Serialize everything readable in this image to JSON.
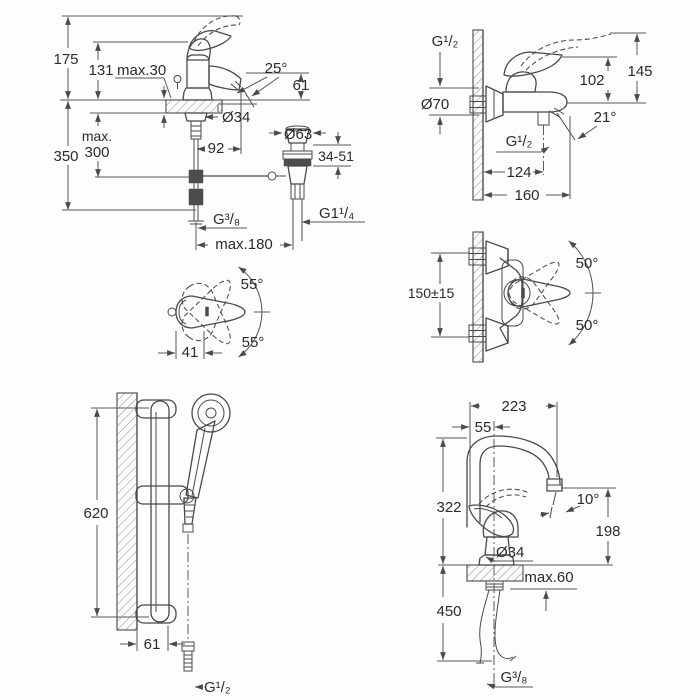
{
  "sheet": {
    "background": "#fdfdfd",
    "line_color": "#4a4a4a",
    "text_color": "#2b2b2b",
    "drawings": {
      "basin_mixer": {
        "title": "basin-mixer-front-view",
        "labels": {
          "total_height": "175",
          "body_height": "131",
          "deck_thickness": "max.30",
          "spout_angle": "25°",
          "spout_height": "61",
          "shank_dia": "Ø34",
          "rod_line1": "max.",
          "rod_line2": "300",
          "supply_height": "350",
          "spout_reach": "92",
          "waste_dia": "Ø63",
          "waste_range": "34-51",
          "supply_thread": "G³/₈",
          "waste_thread": "G1¹/₄",
          "rod_reach": "max.180"
        }
      },
      "bath_mixer": {
        "title": "wall-bath-mixer-side-view",
        "labels": {
          "inlet_thread": "G¹/₂",
          "height_raised": "145",
          "height_closed": "102",
          "escutcheon_dia": "Ø70",
          "spout_angle": "21°",
          "outlet_thread": "G¹/₂",
          "outlet_offset": "124",
          "spout_reach": "160"
        }
      },
      "handle_detail": {
        "title": "lever-handle-top-view",
        "labels": {
          "swing_upper": "55°",
          "swing_lower": "55°",
          "base_width": "41"
        }
      },
      "shower_mixer": {
        "title": "wall-shower-mixer-view",
        "labels": {
          "center_distance": "150±15",
          "swing_upper": "50°",
          "swing_lower": "50°"
        }
      },
      "shower_rail": {
        "title": "shower-rail-set-view",
        "labels": {
          "rail_length": "620",
          "wall_offset": "61",
          "hose_thread": "G¹/₂"
        }
      },
      "sink_mixer": {
        "title": "kitchen-sink-mixer-view",
        "labels": {
          "spout_reach": "223",
          "axis_offset": "55",
          "spout_height": "322",
          "stream_angle": "10°",
          "outlet_height": "198",
          "base_dia": "Ø34",
          "deck_thickness": "max.60",
          "hose_length": "450",
          "supply_thread": "G³/₈"
        }
      }
    }
  }
}
